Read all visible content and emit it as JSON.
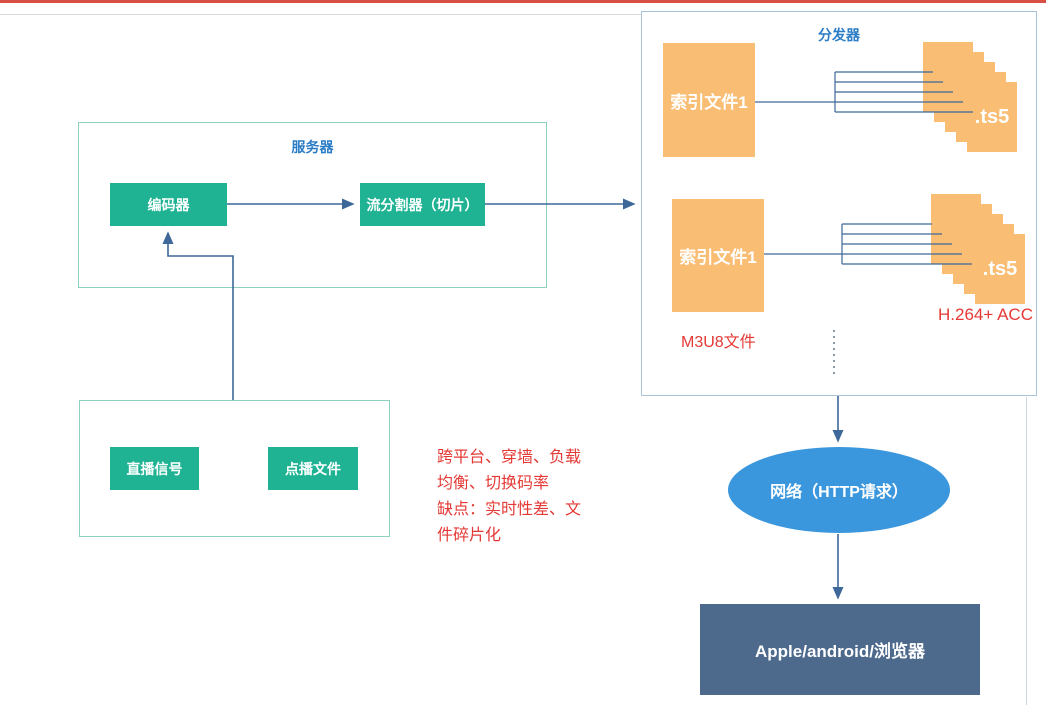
{
  "server": {
    "title": "服务器",
    "encoder_label": "编码器",
    "splitter_label": "流分割器（切片）"
  },
  "sources": {
    "live_label": "直播信号",
    "vod_label": "点播文件"
  },
  "notes": {
    "lines": [
      "跨平台、穿墙、负载",
      "均衡、切换码率",
      "缺点：实时性差、文",
      "件碎片化"
    ]
  },
  "distributor": {
    "title": "分发器",
    "rows": [
      {
        "index_label": "索引文件1",
        "ts_label": ".ts5"
      },
      {
        "index_label": "索引文件1",
        "ts_label": ".ts5"
      }
    ],
    "m3u8_label": "M3U8文件",
    "codec_label": "H.264+ ACC"
  },
  "network": {
    "label": "网络（HTTP请求）"
  },
  "client": {
    "label": "Apple/android/浏览器"
  },
  "colors": {
    "node_green": "#1fb394",
    "index_orange": "#f9bd74",
    "title_blue": "#2b7cc6",
    "annotation_red": "#e43935",
    "network_blue": "#3b97dd",
    "client_slate": "#4d6a8d",
    "group_border_teal": "#8ed1c1",
    "group_border_blue": "#a9c4d9",
    "connector_line": "#3d6899",
    "top_bar_red": "#d94f43"
  }
}
